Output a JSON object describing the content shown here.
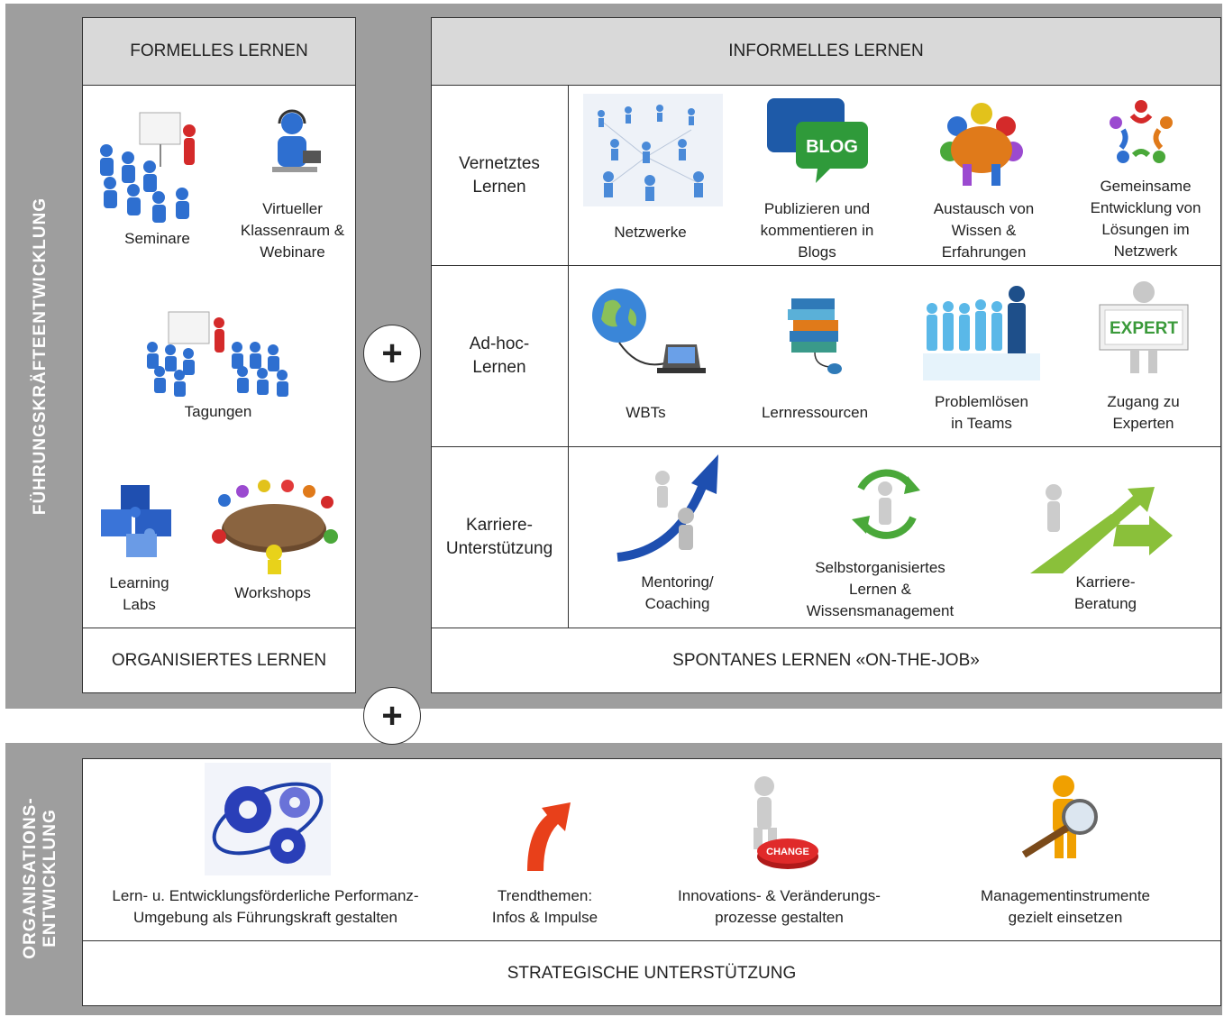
{
  "side_labels": {
    "top": "FÜHRUNGSKRÄFTEENTWICKLUNG",
    "bottom_line1": "ORGANISATIONS-",
    "bottom_line2": "ENTWICKLUNG"
  },
  "formal": {
    "header": "FORMELLES LERNEN",
    "footer": "ORGANISIERTES LERNEN",
    "items": {
      "seminare": "Seminare",
      "virtuell": [
        "Virtueller",
        "Klassenraum &",
        "Webinare"
      ],
      "tagungen": "Tagungen",
      "labs": [
        "Learning",
        "Labs"
      ],
      "workshops": "Workshops"
    }
  },
  "informal": {
    "header": "INFORMELLES LERNEN",
    "footer": "SPONTANES LERNEN «ON-THE-JOB»",
    "rows": [
      {
        "label": [
          "Vernetztes",
          "Lernen"
        ],
        "items": [
          [
            "Netzwerke"
          ],
          [
            "Publizieren und",
            "kommentieren in",
            "Blogs"
          ],
          [
            "Austausch von",
            "Wissen &",
            "Erfahrungen"
          ],
          [
            "Gemeinsame",
            "Entwicklung von",
            "Lösungen im",
            "Netzwerk"
          ]
        ]
      },
      {
        "label": [
          "Ad-hoc-",
          "Lernen"
        ],
        "items": [
          [
            "WBTs"
          ],
          [
            "Lernressourcen"
          ],
          [
            "Problemlösen",
            "in Teams"
          ],
          [
            "Zugang zu",
            "Experten"
          ]
        ]
      },
      {
        "label": [
          "Karriere-",
          "Unterstützung"
        ],
        "items": [
          [
            "Mentoring/",
            "Coaching"
          ],
          [
            "Selbstorganisiertes",
            "Lernen &",
            "Wissensmanagement"
          ],
          [
            "Karriere-",
            "Beratung"
          ]
        ]
      }
    ],
    "icon_texts": {
      "blog": "BLOG",
      "expert": "EXPERT"
    }
  },
  "org": {
    "footer": "STRATEGISCHE UNTERSTÜTZUNG",
    "items": [
      [
        "Lern- u. Entwicklungsförderliche Performanz-",
        "Umgebung als Führungskraft gestalten"
      ],
      [
        "Trendthemen:",
        "Infos & Impulse"
      ],
      [
        "Innovations- & Veränderungs-",
        "prozesse gestalten"
      ],
      [
        "Managementinstrumente",
        "gezielt einsetzen"
      ]
    ],
    "change_text": "CHANGE"
  },
  "plus_symbol": "+",
  "colors": {
    "band": "#9e9e9e",
    "header": "#d9d9d9",
    "blue": "#2e6fd0",
    "green": "#5aa33a",
    "red": "#e03a2a",
    "orange": "#f0a000"
  }
}
